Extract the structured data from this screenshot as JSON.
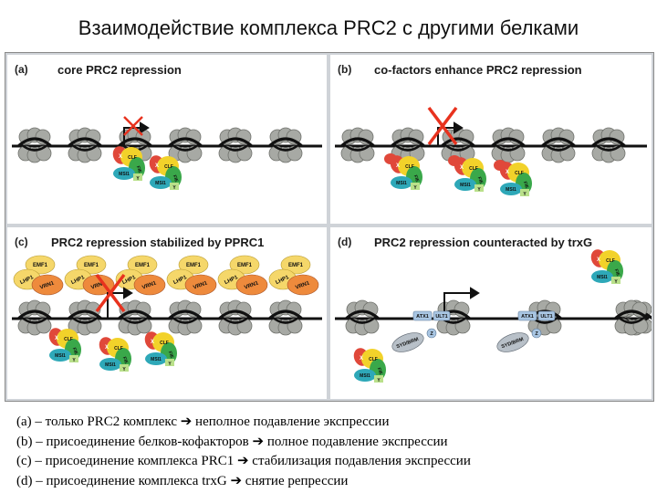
{
  "slide": {
    "title": "Взаимодействие комплекса PRC2 с другими белками"
  },
  "panels": [
    {
      "letter": "(a)",
      "title": "core PRC2 repression"
    },
    {
      "letter": "(b)",
      "title": "co-factors enhance PRC2 repression"
    },
    {
      "letter": "(c)",
      "title": "PRC2 repression stabilized by PPRC1"
    },
    {
      "letter": "(d)",
      "title": "PRC2 repression counteracted by trxG"
    }
  ],
  "labels": {
    "prc2": [
      "X",
      "CLF",
      "FIE",
      "MSI1",
      "Y"
    ],
    "prc1": [
      "EMF1",
      "LHP1",
      "VRN1"
    ],
    "trxg": [
      "ATX1",
      "ULT1",
      "SYD/BRM",
      "Z"
    ]
  },
  "captions": [
    "(a) – только PRC2 комплекс  ➔  неполное подавление экспрессии",
    "(b) – присоединение белков-кофакторов  ➔  полное подавление экспрессии",
    "(c) – присоединение комплекса PRC1  ➔  стабилизация подавления экспрессии",
    "(d) – присоединение комплекса trxG  ➔  снятие репрессии"
  ],
  "colors": {
    "dna": "#111111",
    "histone": "#a7a9a4",
    "repression_x": "#e8321e",
    "prc2_red": "#e0483a",
    "prc2_yellow": "#f2d22a",
    "prc2_green": "#3aa84a",
    "prc2_teal": "#2ea8b8",
    "prc2_lightgreen": "#b9e08a",
    "prc1_yellow": "#f5d76a",
    "prc1_orange": "#ee8a3c",
    "trxg_blue": "#a9c6e3",
    "trxg_grey": "#b8c0c8"
  }
}
